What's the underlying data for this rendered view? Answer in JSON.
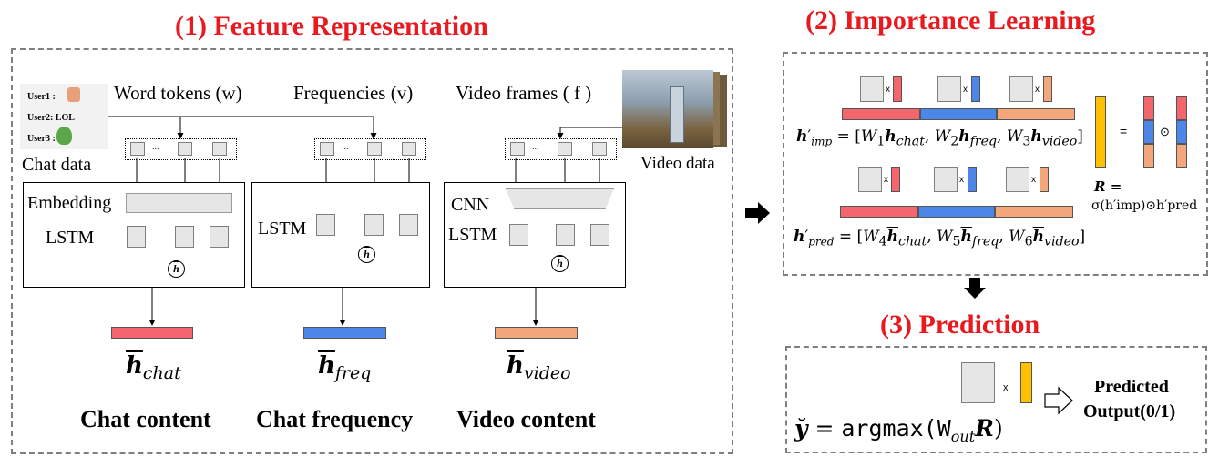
{
  "sections": {
    "feature": "(1) Feature Representation",
    "importance": "(2) Importance Learning",
    "prediction": "(3) Prediction"
  },
  "chat": {
    "user1": "User1 :",
    "user2": "User2: LOL",
    "user3": "User3 :",
    "data_label": "Chat data"
  },
  "inputs": {
    "word_tokens": "Word tokens (w)",
    "frequencies": "Frequencies (v)",
    "video_frames": "Video frames ( f )",
    "video_data": "Video data"
  },
  "modules": {
    "embedding": "Embedding",
    "lstm": "LSTM",
    "cnn": "CNN",
    "h": "h",
    "dots": "..."
  },
  "outputs": {
    "h_chat": "chat",
    "h_freq": "freq",
    "h_video": "video",
    "chat_content": "Chat content",
    "chat_frequency": "Chat frequency",
    "video_content": "Video content"
  },
  "importance": {
    "x": "x",
    "h_imp_formula_lhs": "imp",
    "h_pred_formula_lhs": "pred",
    "eq": "=",
    "odot": "⊙",
    "r_def_1": "R =",
    "r_def_2": "σ(h′imp)⊙h′pred"
  },
  "prediction": {
    "x": "x",
    "predicted_1": "Predicted",
    "predicted_2": "Output(0/1)",
    "formula": "argmax(W"
  },
  "colors": {
    "title": "#e8191f",
    "chat": "#f4666e",
    "freq": "#4c86e8",
    "video": "#f5a77c",
    "r": "#ffc000"
  }
}
